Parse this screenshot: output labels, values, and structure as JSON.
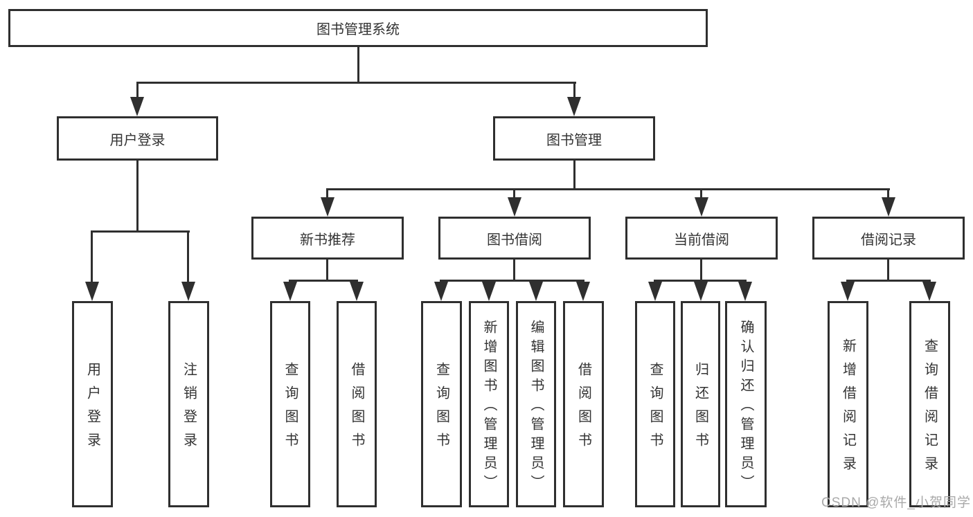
{
  "colors": {
    "line": "#2f2f2f",
    "text": "#333333",
    "watermark": "#a9a9a9"
  },
  "root": {
    "label": "图书管理系统"
  },
  "level2": [
    {
      "label": "用户登录"
    },
    {
      "label": "图书管理"
    }
  ],
  "level3": [
    {
      "label": "新书推荐"
    },
    {
      "label": "图书借阅"
    },
    {
      "label": "当前借阅"
    },
    {
      "label": "借阅记录"
    }
  ],
  "level4": {
    "user_login": [
      {
        "label": "用户登录"
      },
      {
        "label": "注销登录"
      }
    ],
    "new_books": [
      {
        "label": "查询图书"
      },
      {
        "label": "借阅图书"
      }
    ],
    "book_borrow": [
      {
        "label": "查询图书"
      },
      {
        "label": "新增图书（管理员）"
      },
      {
        "label": "编辑图书（管理员）"
      },
      {
        "label": "借阅图书"
      }
    ],
    "current_borrow": [
      {
        "label": "查询图书"
      },
      {
        "label": "归还图书"
      },
      {
        "label": "确认归还（管理员）"
      }
    ],
    "borrow_records": [
      {
        "label": "新增借阅记录"
      },
      {
        "label": "查询借阅记录"
      }
    ]
  },
  "watermark": {
    "text": "CSDN @软件_小贺同学"
  }
}
